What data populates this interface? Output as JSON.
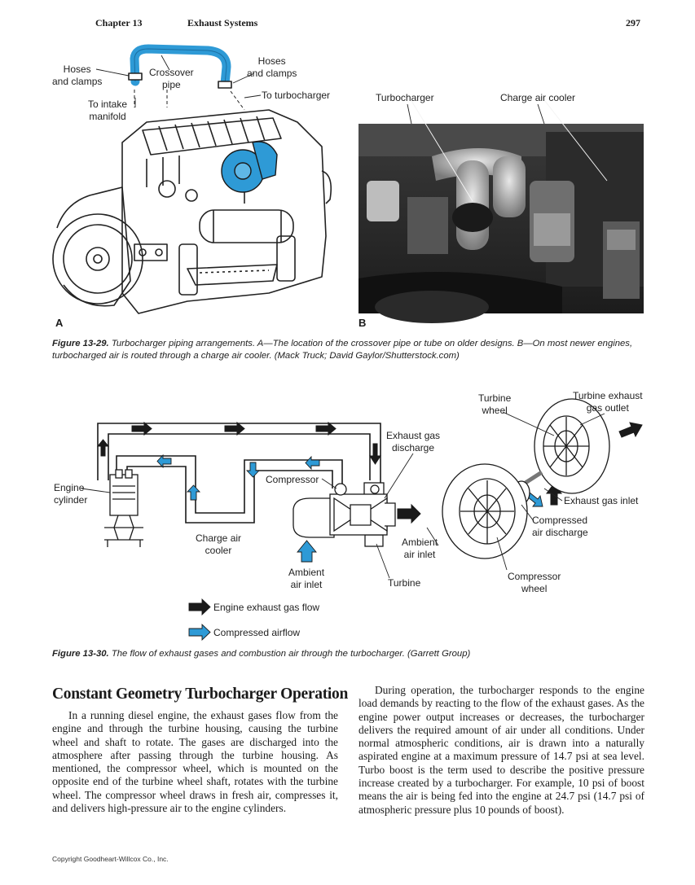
{
  "header": {
    "chapter": "Chapter 13",
    "section": "Exhaust Systems",
    "page_number": "297"
  },
  "figure_29": {
    "part_a": {
      "letter": "A",
      "labels": {
        "hoses_left": "Hoses\nand clamps",
        "crossover": "Crossover\npipe",
        "hoses_right": "Hoses\nand clamps",
        "to_turbo": "To turbocharger",
        "to_intake": "To intake\nmanifold"
      }
    },
    "part_b": {
      "letter": "B",
      "labels": {
        "turbocharger": "Turbocharger",
        "charge_air_cooler": "Charge air cooler"
      }
    },
    "caption_label": "Figure 13-29.",
    "caption_text": " Turbocharger piping arrangements. A—The location of the crossover pipe or tube on older designs. B—On most newer engines, turbocharged air is routed through a charge air cooler. (Mack Truck; David Gaylor/Shutterstock.com)"
  },
  "figure_30": {
    "labels": {
      "turbine_wheel": "Turbine\nwheel",
      "turbine_exhaust_outlet": "Turbine exhaust\ngas outlet",
      "exhaust_gas_discharge": "Exhaust gas\ndischarge",
      "engine_cylinder": "Engine\ncylinder",
      "compressor": "Compressor",
      "exhaust_gas_inlet": "Exhaust gas inlet",
      "compressed_air_discharge": "Compressed\nair discharge",
      "charge_air_cooler": "Charge air\ncooler",
      "ambient_air_inlet_right": "Ambient\nair inlet",
      "ambient_air_inlet": "Ambient\nair inlet",
      "turbine": "Turbine",
      "compressor_wheel": "Compressor\nwheel"
    },
    "legend": {
      "exhaust": "Engine exhaust gas flow",
      "compressed": "Compressed airflow"
    },
    "colors": {
      "compressed_air": "#2e9ad6",
      "exhaust": "#1a1a1a"
    },
    "caption_label": "Figure 13-30.",
    "caption_text": " The flow of exhaust gases and combustion air through the turbocharger. (Garrett Group)"
  },
  "article": {
    "heading": "Constant Geometry Turbocharger Operation",
    "paragraph_1": "In a running diesel engine, the exhaust gases flow from the engine and through the turbine housing, causing the turbine wheel and shaft to rotate. The gases are discharged into the atmosphere after passing through the turbine housing. As mentioned, the compressor wheel, which is mounted on the opposite end of the turbine wheel shaft, rotates with the turbine wheel. The compressor wheel draws in fresh air, compresses it, and delivers high-pressure air to the engine cylinders.",
    "paragraph_2": "During operation, the turbocharger responds to the engine load demands by reacting to the flow of the exhaust gases. As the engine power output increases or decreases, the turbocharger delivers the required amount of air under all conditions. Under normal atmospheric conditions, air is drawn into a naturally aspirated engine at a maximum pressure of 14.7 psi at sea level. Turbo boost is the term used to describe the positive pressure increase created by a turbocharger. For example, 10 psi of boost means the air is being fed into the engine at 24.7 psi (14.7 psi of atmospheric pressure plus 10 pounds of boost)."
  },
  "footer": {
    "copyright": "Copyright Goodheart-Willcox Co., Inc."
  }
}
